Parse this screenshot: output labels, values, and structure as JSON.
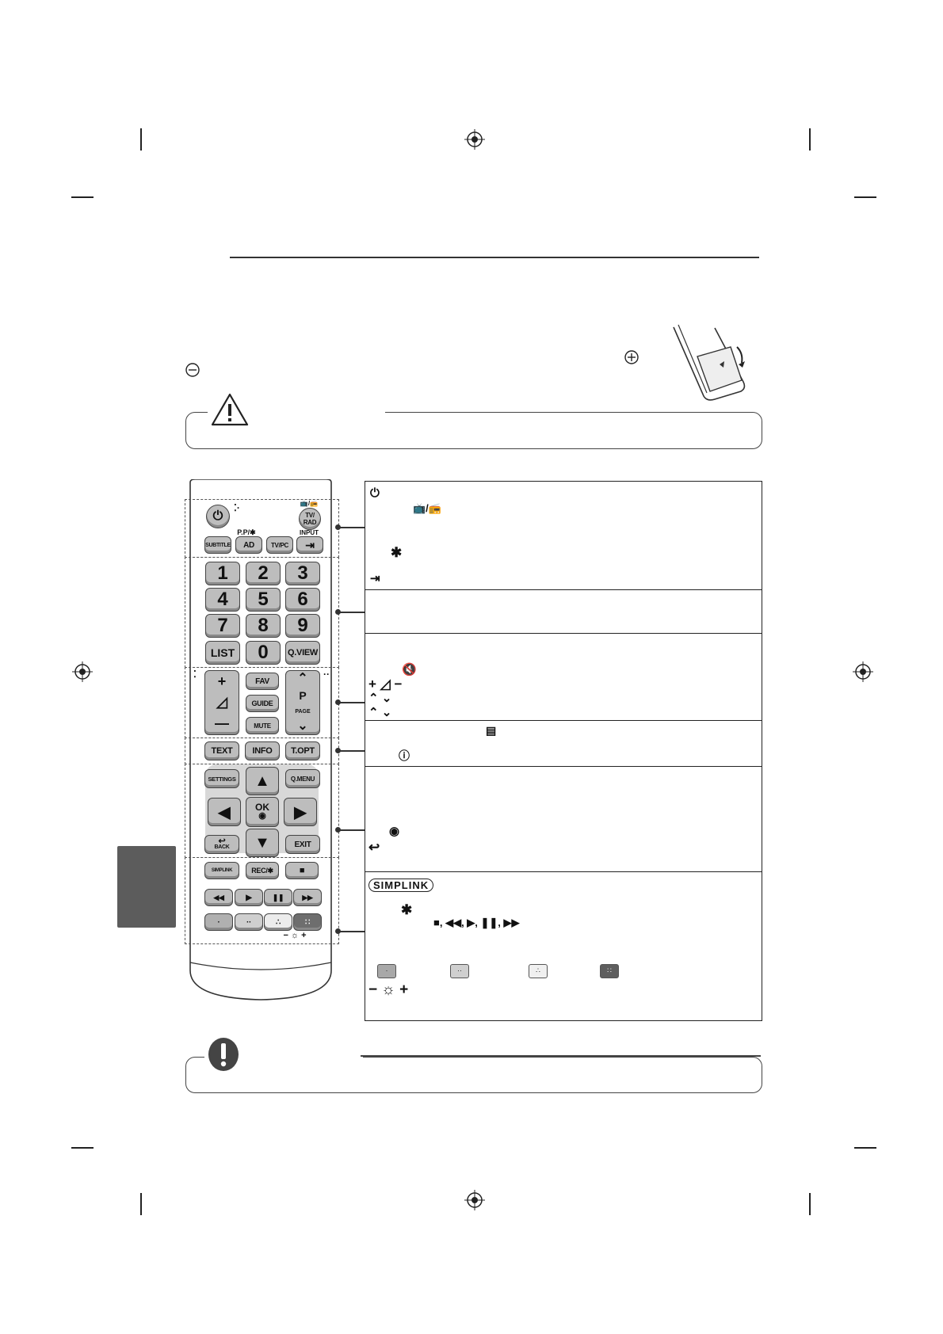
{
  "remote": {
    "power": "⏻",
    "tv_rad_top": "📺/📻",
    "tv_rad": "TV/\nRAD",
    "ppi_label": "P.P/✱",
    "input_label": "INPUT",
    "subtitle": "SUBTITLE",
    "ad": "AD",
    "tvpc": "TV/PC",
    "input_icon": "⇥",
    "digits": [
      "1",
      "2",
      "3",
      "4",
      "5",
      "6",
      "7",
      "8",
      "9"
    ],
    "list": "LIST",
    "zero": "0",
    "qview": "Q.VIEW",
    "vol_plus": "+",
    "vol_icon": "◿",
    "vol_minus": "—",
    "fav": "FAV",
    "guide": "GUIDE",
    "mute": "MUTE",
    "ch_up": "⌃",
    "p": "P",
    "page": "PAGE",
    "ch_down": "⌄",
    "text": "TEXT",
    "info": "INFO",
    "topt": "T.OPT",
    "settings": "SETTINGS",
    "qmenu": "Q.MENU",
    "ok": "OK",
    "back": "BACK",
    "exit": "EXIT",
    "simplink": "SIMPLINK",
    "rec": "REC/✱",
    "stop": "■",
    "rew": "◀◀",
    "play": "▶",
    "pause": "❚❚",
    "ff": "▶▶",
    "color_keys": [
      "·",
      "··",
      "∴",
      "∷"
    ],
    "brightness": "−  ☼  +"
  },
  "desc": {
    "power": "⏻",
    "tvrad": "📺/📻",
    "star": "✱",
    "input": "⇥",
    "mute": "🔇",
    "vol": "+ ◿ −",
    "ch1": "⌃   ⌄",
    "ch2": "⌃       ⌄",
    "teletext": "▤",
    "info": "ⓘ",
    "ok": "◉",
    "back": "↩",
    "simplink": "SIMPLINK",
    "star2": "✱",
    "controls": "■, ◀◀, ▶, ❚❚, ▶▶",
    "chips": [
      "·",
      "··",
      "∴",
      "∷"
    ],
    "brightness": "−  ☼  +"
  },
  "colors": {
    "button_gray": "#bdbdbd",
    "tab_gray": "#5c5c5c"
  }
}
